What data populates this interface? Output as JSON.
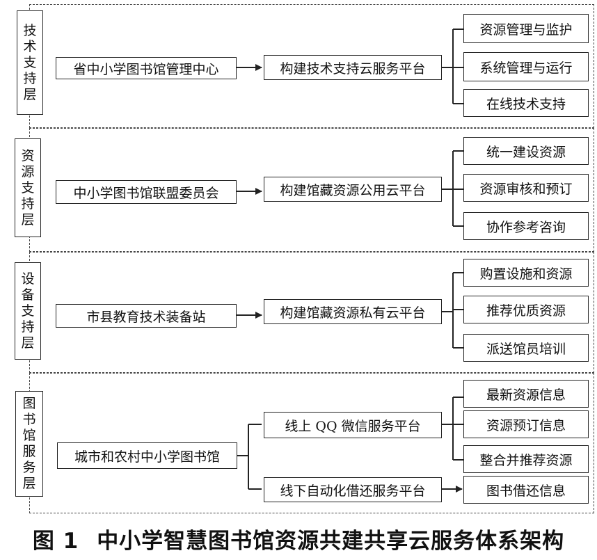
{
  "layers": [
    {
      "label": "技术支持层",
      "source": "省中小学图书馆管理中心",
      "platforms": [
        {
          "label": "构建技术支持云服务平台",
          "outputs": [
            "资源管理与监护",
            "系统管理与运行",
            "在线技术支持"
          ]
        }
      ]
    },
    {
      "label": "资源支持层",
      "source": "中小学图书馆联盟委员会",
      "platforms": [
        {
          "label": "构建馆藏资源公用云平台",
          "outputs": [
            "统一建设资源",
            "资源审核和预订",
            "协作参考咨询"
          ]
        }
      ]
    },
    {
      "label": "设备支持层",
      "source": "市县教育技术装备站",
      "platforms": [
        {
          "label": "构建馆藏资源私有云平台",
          "outputs": [
            "购置设施和资源",
            "推荐优质资源",
            "派送馆员培训"
          ]
        }
      ]
    },
    {
      "label": "图书馆服务层",
      "source": "城市和农村中小学图书馆",
      "platforms": [
        {
          "label": "线上 QQ 微信服务平台",
          "outputs": [
            "最新资源信息",
            "资源预订信息",
            "整合并推荐资源"
          ]
        },
        {
          "label": "线下自动化借还服务平台",
          "outputs": [
            "图书借还信息"
          ]
        }
      ]
    }
  ],
  "caption": {
    "figure_number": "图 1",
    "title": "中小学智慧图书馆资源共建共享云服务体系架构"
  }
}
